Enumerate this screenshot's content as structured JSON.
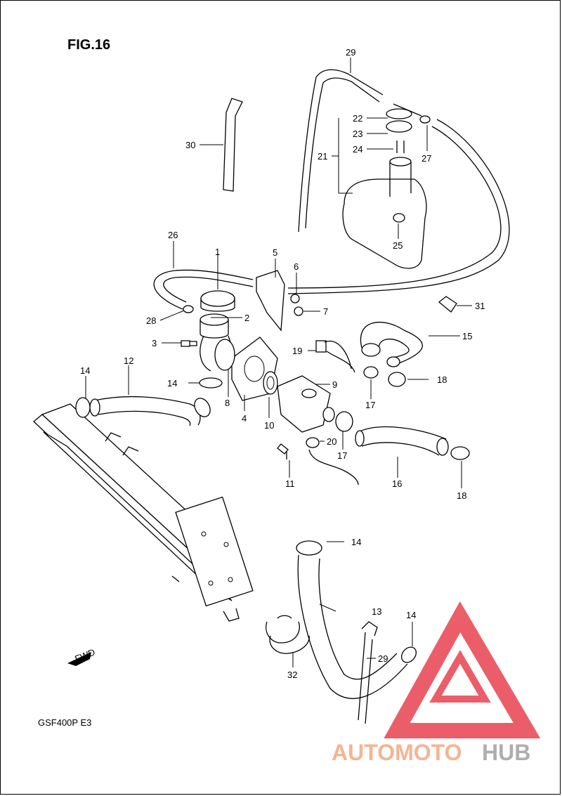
{
  "figure": {
    "title": "FIG.16",
    "model": "GSF400P E3",
    "fwd": "FWD"
  },
  "watermark": {
    "text_a": "AUTOMOTO",
    "text_b": "HUB",
    "color_a": "#f4a882",
    "color_b": "#a0a0a0",
    "triangle_color": "#e8434f"
  },
  "callouts": [
    {
      "id": "c1",
      "text": "1"
    },
    {
      "id": "c2",
      "text": "2"
    },
    {
      "id": "c3",
      "text": "3"
    },
    {
      "id": "c4",
      "text": "4"
    },
    {
      "id": "c5",
      "text": "5"
    },
    {
      "id": "c6",
      "text": "6"
    },
    {
      "id": "c7",
      "text": "7"
    },
    {
      "id": "c8",
      "text": "8"
    },
    {
      "id": "c9",
      "text": "9"
    },
    {
      "id": "c10",
      "text": "10"
    },
    {
      "id": "c11",
      "text": "11"
    },
    {
      "id": "c12",
      "text": "12"
    },
    {
      "id": "c13",
      "text": "13"
    },
    {
      "id": "c14a",
      "text": "14"
    },
    {
      "id": "c14b",
      "text": "14"
    },
    {
      "id": "c14c",
      "text": "14"
    },
    {
      "id": "c14d",
      "text": "14"
    },
    {
      "id": "c15",
      "text": "15"
    },
    {
      "id": "c16",
      "text": "16"
    },
    {
      "id": "c17a",
      "text": "17"
    },
    {
      "id": "c17b",
      "text": "17"
    },
    {
      "id": "c18a",
      "text": "18"
    },
    {
      "id": "c18b",
      "text": "18"
    },
    {
      "id": "c19",
      "text": "19"
    },
    {
      "id": "c20",
      "text": "20"
    },
    {
      "id": "c21",
      "text": "21"
    },
    {
      "id": "c22",
      "text": "22"
    },
    {
      "id": "c23",
      "text": "23"
    },
    {
      "id": "c24",
      "text": "24"
    },
    {
      "id": "c25",
      "text": "25"
    },
    {
      "id": "c26",
      "text": "26"
    },
    {
      "id": "c27",
      "text": "27"
    },
    {
      "id": "c28",
      "text": "28"
    },
    {
      "id": "c29a",
      "text": "29"
    },
    {
      "id": "c29b",
      "text": "29"
    },
    {
      "id": "c30",
      "text": "30"
    },
    {
      "id": "c31",
      "text": "31"
    },
    {
      "id": "c32",
      "text": "32"
    }
  ]
}
